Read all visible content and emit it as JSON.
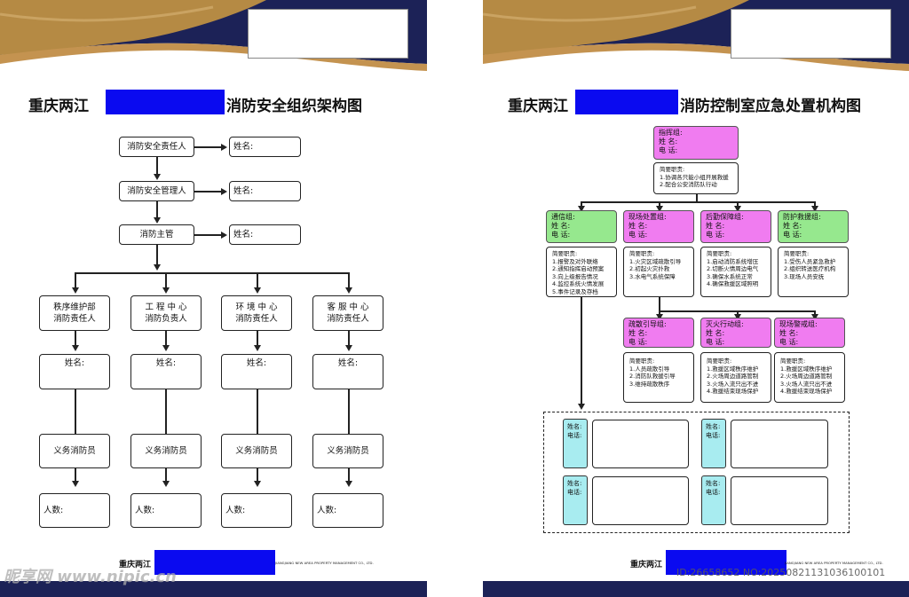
{
  "colors": {
    "navy": "#1c2257",
    "gold": "#b58a44",
    "redaction": "#0a0af0",
    "group_magenta": "#f07cf0",
    "group_green": "#96e88e",
    "name_cyan": "#a8ecf0"
  },
  "left": {
    "title_prefix": "重庆两江",
    "title_suffix": "消防安全组织架构图",
    "top_roles": [
      {
        "label": "消防安全责任人",
        "name_label": "姓名:"
      },
      {
        "label": "消防安全管理人",
        "name_label": "姓名:"
      },
      {
        "label": "消防主管",
        "name_label": "姓名:"
      }
    ],
    "departments": [
      {
        "line1": "秩序维护部",
        "line2": "消防责任人",
        "name_label": "姓名:",
        "volunteer": "义务消防员",
        "count_label": "人数:"
      },
      {
        "line1": "工 程 中 心",
        "line2": "消防负责人",
        "name_label": "姓名:",
        "volunteer": "义务消防员",
        "count_label": "人数:"
      },
      {
        "line1": "环 境 中 心",
        "line2": "消防责任人",
        "name_label": "姓名:",
        "volunteer": "义务消防员",
        "count_label": "人数:"
      },
      {
        "line1": "客 服 中 心",
        "line2": "消防责任人",
        "name_label": "姓名:",
        "volunteer": "义务消防员",
        "count_label": "人数:"
      }
    ],
    "footer": "重庆两江",
    "footer_sub": "JIANGJIANG NEW AREA PROPERTY MANAGEMENT CO., LTD."
  },
  "right": {
    "title_prefix": "重庆两江",
    "title_suffix": "消防控制室应急处置机构图",
    "command": {
      "title": "指挥组:",
      "name": "姓  名:",
      "phone": "电  话:"
    },
    "command_duty": {
      "head": "简要职责:",
      "lines": [
        "1.协调各只能小组开展救援",
        "2.配合公安消防队行动"
      ]
    },
    "groups": [
      {
        "title": "通信组:",
        "name": "姓  名:",
        "phone": "电  话:",
        "color": "green",
        "duty": [
          "简要职责:",
          "1.报警及对外联络",
          "2.通知指挥启动预案",
          "3.向上级报告情况",
          "4.监控系统火情发展",
          "5.事件记录及存档"
        ]
      },
      {
        "title": "现场处置组:",
        "name": "姓  名:",
        "phone": "电  话:",
        "color": "magenta",
        "duty": [
          "简要职责:",
          "1.火灾区域疏散引导",
          "2.初起火灾扑救",
          "3.水电气系统保障"
        ]
      },
      {
        "title": "后勤保障组:",
        "name": "姓  名:",
        "phone": "电  话:",
        "color": "magenta",
        "duty": [
          "简要职责:",
          "1.启动消防系统增压",
          "2.切断火情周边电气",
          "3.确保水系统正常",
          "4.确保救援区域照明"
        ]
      },
      {
        "title": "防护救援组:",
        "name": "姓  名:",
        "phone": "电  话:",
        "color": "green",
        "duty": [
          "简要职责:",
          "1.受伤人员紧急救护",
          "2.组织转送医疗机构",
          "3.现场人员安抚"
        ]
      }
    ],
    "subgroups": [
      {
        "title": "疏散引导组:",
        "name": "姓  名:",
        "phone": "电  话:",
        "duty": [
          "简要职责:",
          "1.人员疏散引导",
          "2.消防队救援引导",
          "3.维持疏散秩序"
        ]
      },
      {
        "title": "灭火行动组:",
        "name": "姓  名:",
        "phone": "电  话:",
        "duty": [
          "简要职责:",
          "1.救援区域秩序维护",
          "2.火场周边道路管制",
          "3.火场入流只出不进",
          "4.救援结束现场保护"
        ]
      },
      {
        "title": "现场警戒组:",
        "name": "姓  名:",
        "phone": "电  话:",
        "duty": [
          "简要职责:",
          "1.救援区域秩序维护",
          "2.火场周边道路管制",
          "3.火场人流只出不进",
          "4.救援结束现场保护"
        ]
      }
    ],
    "contacts": [
      {
        "name": "姓名:",
        "phone": "电话:"
      },
      {
        "name": "姓名:",
        "phone": "电话:"
      },
      {
        "name": "姓名:",
        "phone": "电话:"
      },
      {
        "name": "姓名:",
        "phone": "电话:"
      }
    ],
    "footer": "重庆两江",
    "footer_sub": "JIANGJIANG NEW AREA PROPERTY MANAGEMENT CO., LTD."
  },
  "watermark": {
    "site": "昵享网 www.nipic.cn",
    "id": "ID:26658652 NO:20250821131036100101"
  }
}
